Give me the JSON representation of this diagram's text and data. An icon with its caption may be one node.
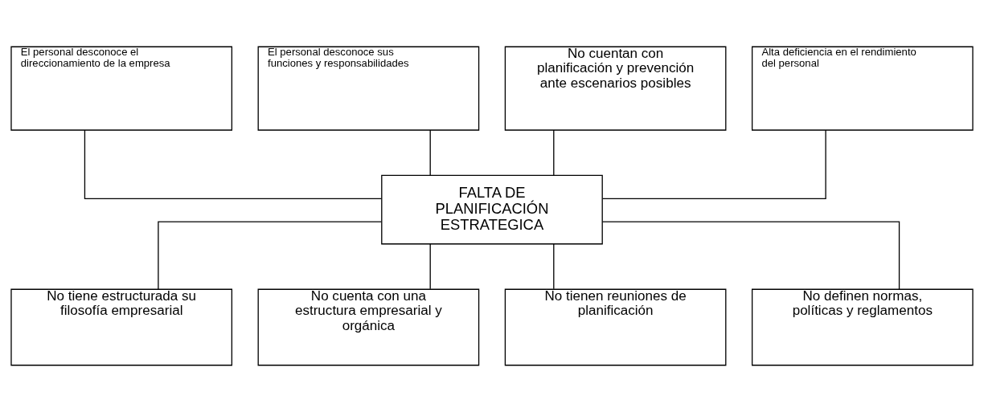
{
  "diagram": {
    "nodes": [
      {
        "text": [
          "El personal desconoce el direccionamiento de la empresa"
        ]
      },
      {
        "text": [
          "El personal desconoce sus funciones y responsabilidades"
        ]
      },
      {
        "text": [
          "No cuentan con planificación y prevención ante escenarios posibles"
        ]
      },
      {
        "text": [
          "Alta deficiencia en el rendimiento del personal"
        ]
      },
      {
        "text": [
          "FALTA DE PLANIFICACIÓN ESTRATEGICA"
        ]
      },
      {
        "text": [
          "No tiene estructurada su filosofía empresarial"
        ]
      },
      {
        "text": [
          "No cuenta con una estructura empresarial y orgánica"
        ]
      },
      {
        "text": [
          "No tienen reuniones de planificación"
        ]
      },
      {
        "text": [
          "No definen normas, políticas y reglamentos"
        ]
      }
    ],
    "edges": [
      {
        "from": 0,
        "to": 4,
        "arrow": "none"
      },
      {
        "from": 1,
        "to": 4,
        "arrow": "none"
      },
      {
        "from": 2,
        "to": 4,
        "arrow": "none"
      },
      {
        "from": 3,
        "to": 4,
        "arrow": "none"
      },
      {
        "from": 4,
        "to": 5,
        "arrow": "none"
      },
      {
        "from": 4,
        "to": 6,
        "arrow": "none"
      },
      {
        "from": 4,
        "to": 7,
        "arrow": "none"
      },
      {
        "from": 4,
        "to": 8,
        "arrow": "none"
      }
    ]
  }
}
